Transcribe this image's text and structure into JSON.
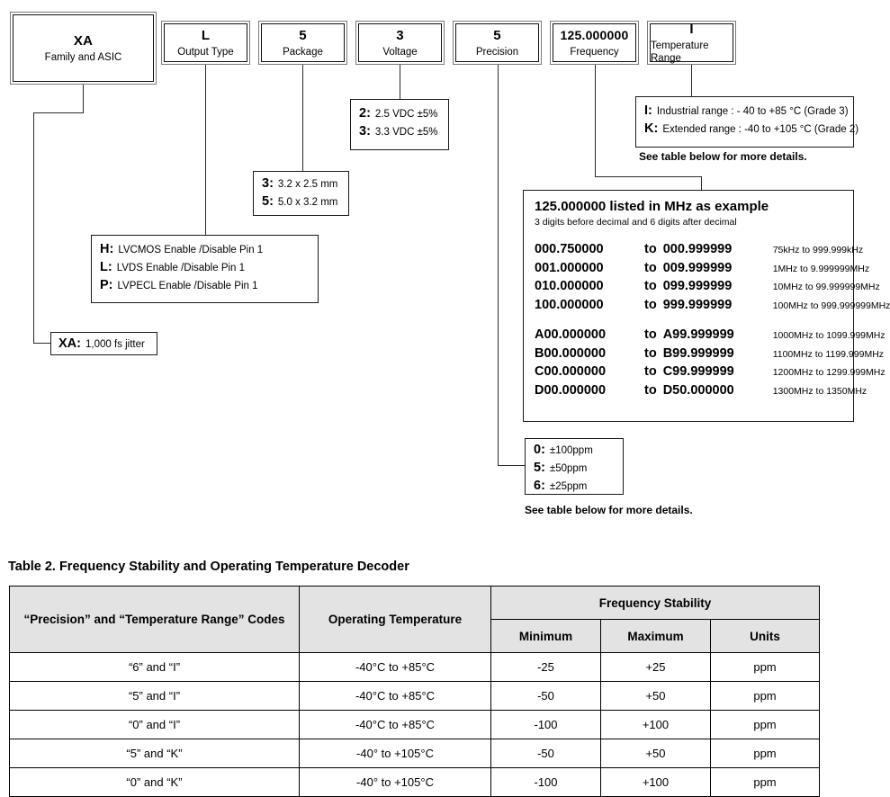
{
  "part_number_boxes": [
    {
      "code": "XA",
      "label": "Family and ASIC"
    },
    {
      "code": "L",
      "label": "Output Type"
    },
    {
      "code": "5",
      "label": "Package"
    },
    {
      "code": "3",
      "label": "Voltage"
    },
    {
      "code": "5",
      "label": "Precision"
    },
    {
      "code": "125.000000",
      "label": "Frequency"
    },
    {
      "code": "I",
      "label": "Temperature Range"
    }
  ],
  "family_callout": {
    "rows": [
      {
        "key": "XA:",
        "value": "1,000 fs jitter"
      }
    ]
  },
  "output_type_callout": {
    "rows": [
      {
        "key": "H:",
        "value": "LVCMOS Enable /Disable Pin 1"
      },
      {
        "key": "L:",
        "value": "LVDS Enable /Disable Pin 1"
      },
      {
        "key": "P:",
        "value": "LVPECL Enable /Disable Pin 1"
      }
    ]
  },
  "package_callout": {
    "rows": [
      {
        "key": "3:",
        "value": "3.2 x 2.5 mm"
      },
      {
        "key": "5:",
        "value": "5.0 x 3.2 mm"
      }
    ]
  },
  "voltage_callout": {
    "rows": [
      {
        "key": "2:",
        "value": "2.5 VDC ±5%"
      },
      {
        "key": "3:",
        "value": "3.3 VDC ±5%"
      }
    ]
  },
  "precision_callout": {
    "rows": [
      {
        "key": "0:",
        "value": "±100ppm"
      },
      {
        "key": "5:",
        "value": "±50ppm"
      },
      {
        "key": "6:",
        "value": "±25ppm"
      }
    ],
    "note": "See table below for more details."
  },
  "temperature_callout": {
    "rows": [
      {
        "key": "I:",
        "value": "Industrial range : - 40 to +85 °C (Grade 3)"
      },
      {
        "key": "K:",
        "value": "Extended range  : -40 to +105 °C (Grade 2)"
      }
    ],
    "note": "See table below for more details."
  },
  "frequency_callout": {
    "title": "125.000000  listed in MHz as example",
    "subtitle": "3 digits before decimal and    6 digits after decimal",
    "group_one": [
      {
        "from": "000.750000",
        "to_word": "to",
        "to": "000.999999",
        "note": "75kHz to 999.999kHz"
      },
      {
        "from": "001.000000",
        "to_word": "to",
        "to": "009.999999",
        "note": "1MHz to 9.999999MHz"
      },
      {
        "from": "010.000000",
        "to_word": "to",
        "to": "099.999999",
        "note": "10MHz to 99.999999MHz"
      },
      {
        "from": "100.000000",
        "to_word": "to",
        "to": "999.999999",
        "note": "100MHz to 999.999999MHz"
      }
    ],
    "group_two": [
      {
        "from": "A00.000000",
        "to_word": "to",
        "to": "A99.999999",
        "note": "1000MHz to 1099.999MHz"
      },
      {
        "from": "B00.000000",
        "to_word": "to",
        "to": "B99.999999",
        "note": "1100MHz to 1199.999MHz"
      },
      {
        "from": "C00.000000",
        "to_word": "to",
        "to": "C99.999999",
        "note": "1200MHz to 1299.999MHz"
      },
      {
        "from": "D00.000000",
        "to_word": "to",
        "to": "D50.000000",
        "note": "1300MHz to 1350MHz"
      }
    ]
  },
  "table": {
    "title": "Table 2.  Frequency Stability and Operating Temperature Decoder",
    "headers": {
      "codes": "“Precision” and “Temperature Range” Codes",
      "operating_temperature": "Operating Temperature",
      "frequency_stability": "Frequency Stability",
      "minimum": "Minimum",
      "maximum": "Maximum",
      "units": "Units"
    },
    "rows": [
      {
        "codes": "“6” and “I”",
        "temp": "-40°C to +85°C",
        "min": "-25",
        "max": "+25",
        "units": "ppm"
      },
      {
        "codes": "“5” and “I”",
        "temp": "-40°C to +85°C",
        "min": "-50",
        "max": "+50",
        "units": "ppm"
      },
      {
        "codes": "“0” and “I”",
        "temp": "-40°C to +85°C",
        "min": "-100",
        "max": "+100",
        "units": "ppm"
      },
      {
        "codes": "“5” and “K”",
        "temp": "-40° to +105°C",
        "min": "-50",
        "max": "+50",
        "units": "ppm"
      },
      {
        "codes": "“0” and “K”",
        "temp": "-40° to +105°C",
        "min": "-100",
        "max": "+100",
        "units": "ppm"
      }
    ]
  },
  "colors": {
    "header_fill": "#e3e3e3",
    "line": "#2b2b2b",
    "border": "#000000"
  }
}
